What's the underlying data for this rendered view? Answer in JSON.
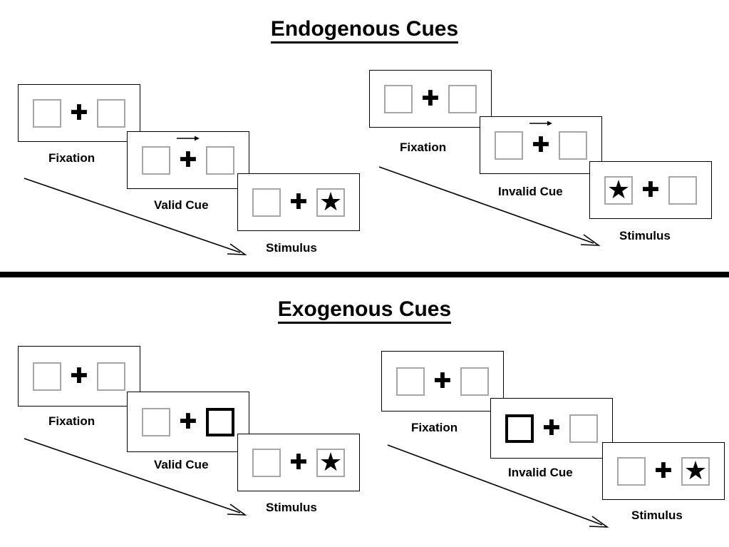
{
  "sections": [
    {
      "id": "endogenous",
      "title": "Endogenous Cues",
      "sequences": [
        {
          "id": "endogenous-valid",
          "frames": [
            {
              "label": "Fixation",
              "left_box": "empty",
              "right_box": "empty",
              "cue": "none",
              "arrow": "none"
            },
            {
              "label": "Valid Cue",
              "left_box": "empty",
              "right_box": "empty",
              "cue": "arrow",
              "arrow": "right"
            },
            {
              "label": "Stimulus",
              "left_box": "empty",
              "right_box": "star",
              "cue": "none",
              "arrow": "none"
            }
          ]
        },
        {
          "id": "endogenous-invalid",
          "frames": [
            {
              "label": "Fixation",
              "left_box": "empty",
              "right_box": "empty",
              "cue": "none",
              "arrow": "none"
            },
            {
              "label": "Invalid Cue",
              "left_box": "empty",
              "right_box": "empty",
              "cue": "arrow",
              "arrow": "right"
            },
            {
              "label": "Stimulus",
              "left_box": "star",
              "right_box": "empty",
              "cue": "none",
              "arrow": "none"
            }
          ]
        }
      ]
    },
    {
      "id": "exogenous",
      "title": "Exogenous Cues",
      "sequences": [
        {
          "id": "exogenous-valid",
          "frames": [
            {
              "label": "Fixation",
              "left_box": "empty",
              "right_box": "empty",
              "cue": "none",
              "arrow": "none"
            },
            {
              "label": "Valid Cue",
              "left_box": "empty",
              "right_box": "cued",
              "cue": "box",
              "arrow": "none"
            },
            {
              "label": "Stimulus",
              "left_box": "empty",
              "right_box": "star",
              "cue": "none",
              "arrow": "none"
            }
          ]
        },
        {
          "id": "exogenous-invalid",
          "frames": [
            {
              "label": "Fixation",
              "left_box": "empty",
              "right_box": "empty",
              "cue": "none",
              "arrow": "none"
            },
            {
              "label": "Invalid Cue",
              "left_box": "cued",
              "right_box": "empty",
              "cue": "box",
              "arrow": "none"
            },
            {
              "label": "Stimulus",
              "left_box": "empty",
              "right_box": "star",
              "cue": "none",
              "arrow": "none"
            }
          ]
        }
      ]
    }
  ],
  "glyphs": {
    "fixation_cross": "✚",
    "star": "★"
  },
  "colors": {
    "panel_border": "#000000",
    "box_border": "#a6a6a6",
    "cued_box_border": "#000000",
    "text": "#000000",
    "background": "#ffffff",
    "divider": "#000000"
  }
}
